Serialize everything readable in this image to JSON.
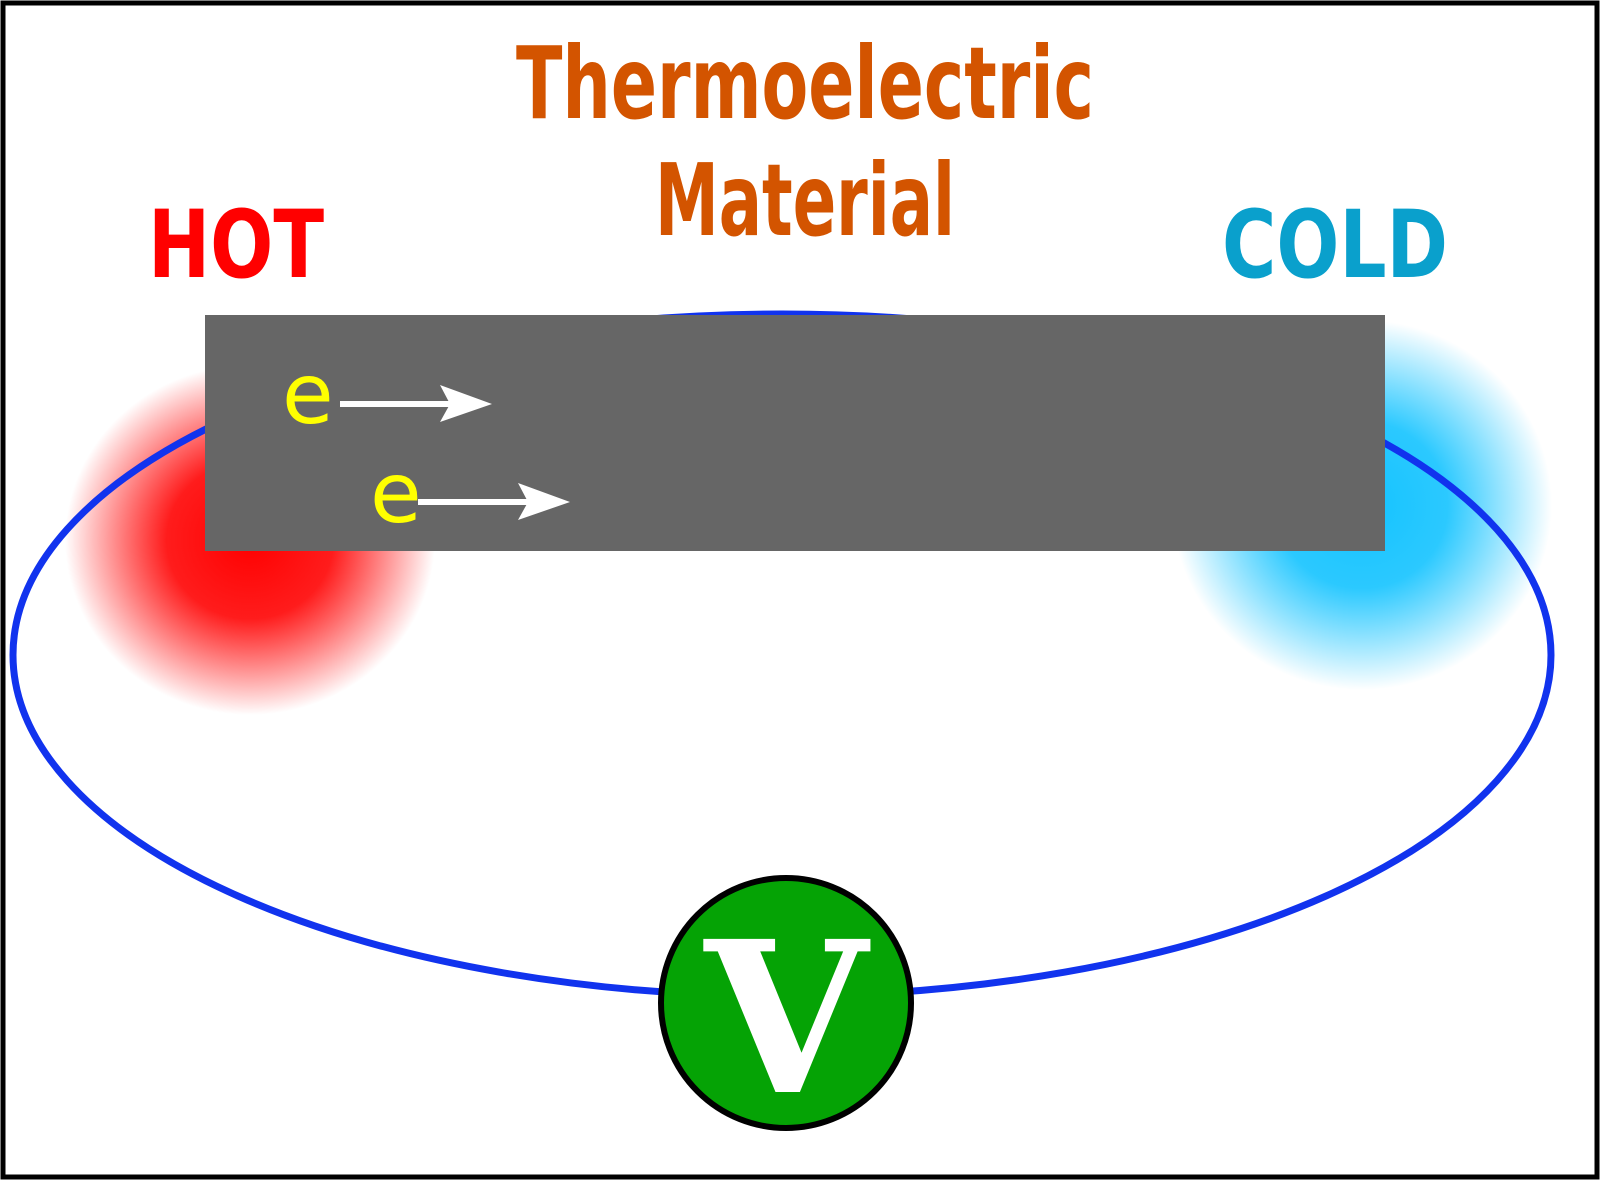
{
  "title": {
    "line1": "Thermoelectric",
    "line2": "Material",
    "color": "#d35400"
  },
  "hot": {
    "label": "HOT",
    "color": "#ff0000"
  },
  "cold": {
    "label": "COLD",
    "color": "#0aa0cc",
    "glow_color": "#14c3ff"
  },
  "material": {
    "color": "#666666"
  },
  "electrons": [
    {
      "label": "e",
      "color": "#ffff00"
    },
    {
      "label": "e",
      "color": "#ffff00"
    }
  ],
  "circuit": {
    "wire_color": "#1133ee"
  },
  "voltmeter": {
    "label": "V",
    "fill": "#05a305",
    "text_color": "#ffffff"
  }
}
